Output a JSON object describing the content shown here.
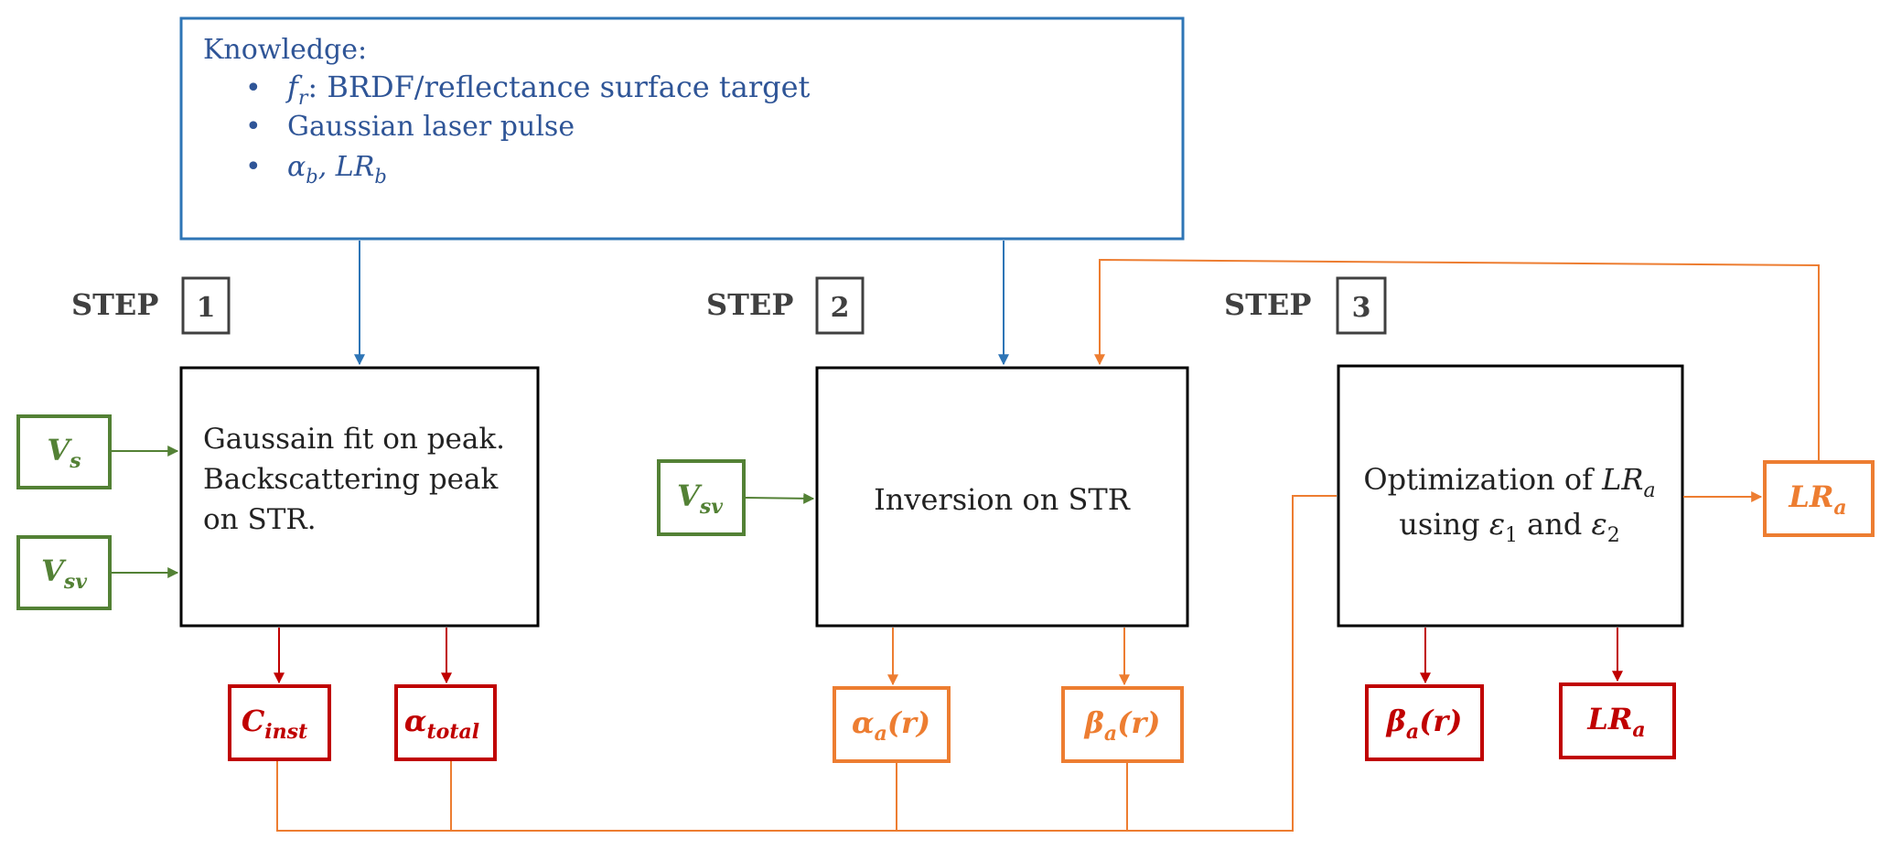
{
  "knowledge": {
    "title": "Knowledge:",
    "items": [
      {
        "bullet": "•",
        "var": "f",
        "sub": "r",
        "rest": ": BRDF/reflectance surface target"
      },
      {
        "bullet": "•",
        "text": "Gaussian laser pulse"
      },
      {
        "bullet": "•",
        "a": "α",
        "a_sub": "b",
        "sep": ", ",
        "b": "LR",
        "b_sub": "b"
      }
    ]
  },
  "steps": [
    {
      "label": "STEP",
      "number": "1"
    },
    {
      "label": "STEP",
      "number": "2"
    },
    {
      "label": "STEP",
      "number": "3"
    }
  ],
  "process": {
    "step1": [
      "Gaussain fit on peak.",
      "Backscattering peak",
      "on STR."
    ],
    "step2": "Inversion on STR",
    "step3": {
      "line1": "Optimization of ",
      "line1_var": "LR",
      "line1_sub": "a",
      "line2_a": "using ",
      "eps": "ε",
      "eps1_sub": "1",
      "and": " and ",
      "eps2_sub": "2"
    }
  },
  "inputs": {
    "vs": {
      "main": "V",
      "sub": "s"
    },
    "vsv1": {
      "main": "V",
      "sub": "sv"
    },
    "vsv2": {
      "main": "V",
      "sub": "sv"
    }
  },
  "outputs": {
    "cinst": {
      "main": "C",
      "sub": "inst"
    },
    "atotal": {
      "main": "α",
      "sub": "total"
    },
    "alpha_a": {
      "main": "α",
      "sub": "a",
      "arg": "(r)"
    },
    "beta_a_2": {
      "main": "β",
      "sub": "a",
      "arg": "(r)"
    },
    "beta_a_3": {
      "main": "β",
      "sub": "a",
      "arg": "(r)"
    },
    "lra_3": {
      "main": "LR",
      "sub": "a"
    },
    "lra_side": {
      "main": "LR",
      "sub": "a"
    }
  },
  "colors": {
    "knowledge": "#2e75b6",
    "input": "#538135",
    "output_red": "#c00000",
    "output_orange": "#ed7d31",
    "process": "#000000"
  }
}
